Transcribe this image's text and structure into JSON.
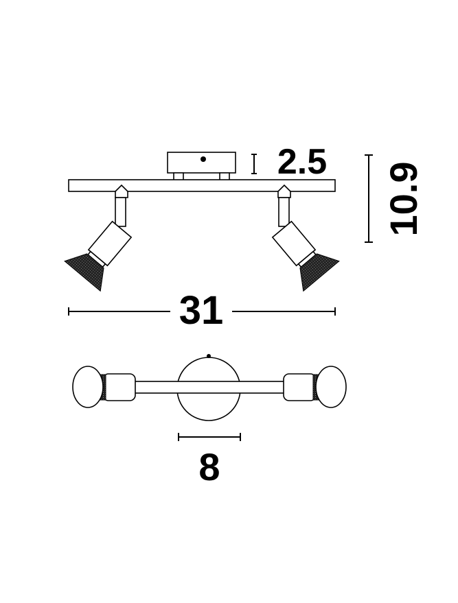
{
  "dimensions": {
    "mount_height": "2.5",
    "total_height": "10.9",
    "total_width": "31",
    "base_diameter": "8"
  }
}
